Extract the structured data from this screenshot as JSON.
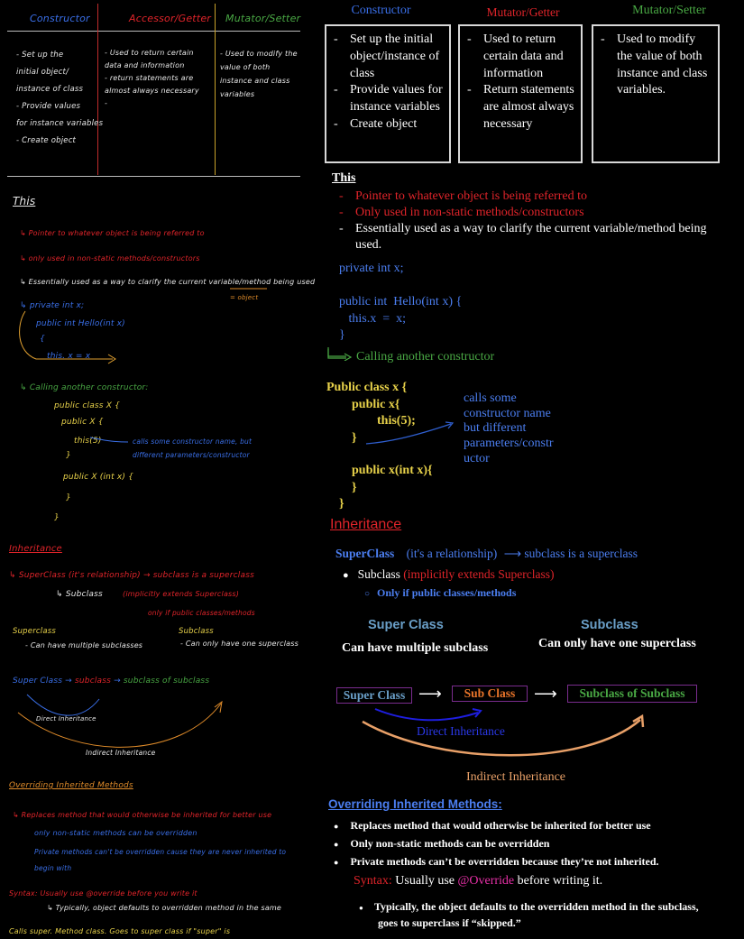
{
  "handwritten": {
    "table_headers": [
      "Constructor",
      "Accessor/Getter",
      "Mutator/Setter"
    ],
    "constructor_lines": [
      "- Set up the",
      "initial object/",
      "instance of class",
      "- Provide values",
      "for instance variables",
      "- Create object"
    ],
    "accessor_lines": [
      "- Used to return certain",
      "data and information",
      "- return statements are",
      "almost always necessary",
      "-"
    ],
    "mutator_lines": [
      "- Used to modify the",
      "value of both",
      "instance and class",
      "variables"
    ],
    "this_title": "This",
    "this_points": [
      "Pointer to whatever object is being referred to",
      "only used in non-static methods/constructors",
      "Essentially used as a way to clarify the current variable/method being used"
    ],
    "object_note": "= object",
    "code1": [
      "private int x;",
      "public int Hello(int x)",
      "{",
      "this. x = x"
    ],
    "calling": "Calling another constructor:",
    "code2": [
      "public class X {",
      "public X {",
      "this(5)",
      "}",
      "public X (int x) {",
      "}",
      "}"
    ],
    "calls_note": [
      "calls some constructor name, but",
      "different parameters/constructor"
    ],
    "inheritance_title": "Inheritance",
    "superclass_line": "SuperClass (it's relationship) → subclass is a superclass",
    "subclass_line": "Subclass",
    "implicitly": "(implicitly extends Superclass)",
    "only_public": "only if public classes/methods",
    "superclass_label": "Superclass",
    "subclass_label": "Subclass",
    "multiple": "- Can have multiple subclasses",
    "only_one": "- Can only have one superclass",
    "chain": [
      "Super Class",
      "subclass",
      "subclass of subclass"
    ],
    "direct": "Direct Inheritance",
    "indirect": "Indirect Inheritance",
    "overriding_title": "Overriding Inherited Methods",
    "override_lines": [
      "Replaces method that would otherwise be inherited for better use",
      "only non-static methods can be overridden",
      "Private methods can't be overridden cause they are never inherited to",
      "begin with"
    ],
    "syntax_line": "Syntax: Usually use @override before you write it",
    "typically_line": "Typically, object defaults to overridden method in the same",
    "bottom_cut": "Calls super. Method class. Goes to super class if \"super\" is"
  },
  "typed": {
    "headers": {
      "constructor": "Constructor",
      "accessor": "Mutator/Getter",
      "mutator": "Mutator/Setter"
    },
    "constructor_items": [
      "Set up the initial object/instance of class",
      "Provide values for instance variables",
      "Create object"
    ],
    "accessor_items": [
      "Used to return certain data and information",
      "Return statements are almost always necessary"
    ],
    "mutator_items": [
      "Used to modify the value of both instance and class variables."
    ],
    "this_title": "This",
    "this_items": [
      "Pointer to whatever object is being referred to",
      "Only used in non-static methods/constructors",
      "Essentially used as a way to clarify the current variable/method being used."
    ],
    "code1": [
      "private int x;",
      "",
      "public int  Hello(int x) {",
      "   this.x  =  x;",
      "}"
    ],
    "calling": "Calling another constructor",
    "code2_head": "Public class x {",
    "code2_lines": [
      "public x{",
      "this(5);",
      "}",
      "public x(int x){",
      "}",
      "}"
    ],
    "calls_note": [
      "calls some",
      "constructor name",
      "but different",
      "parameters/constr",
      "uctor"
    ],
    "inheritance_title": "Inheritance",
    "superclass_label": "SuperClass",
    "relationship": "(it's a relationship)",
    "subclass_is": "subclass is a superclass",
    "subclass_item": "Subclass",
    "implicitly": "(implicitly extends Superclass)",
    "only_public": "Only if public classes/methods",
    "super_head": "Super Class",
    "sub_head": "Subclass",
    "multiple": "Can have multiple subclass",
    "only_one": "Can only have one superclass",
    "chain": [
      "Super Class",
      "Sub Class",
      "Subclass of Subclass"
    ],
    "direct": "Direct Inheritance",
    "indirect": "Indirect Inheritance",
    "overriding_title": "Overriding Inherited Methods:",
    "override_items": [
      "Replaces method that would otherwise be inherited for better use",
      "Only non-static methods can be overridden",
      "Private methods can’t be overridden because they’re not inherited."
    ],
    "syntax_label": "Syntax:",
    "syntax_text1": " Usually use ",
    "syntax_override": "@Override",
    "syntax_text2": " before writing it.",
    "typically": [
      "Typically, the object defaults to the overridden method in the subclass,",
      "goes to superclass if “skipped.”"
    ]
  }
}
